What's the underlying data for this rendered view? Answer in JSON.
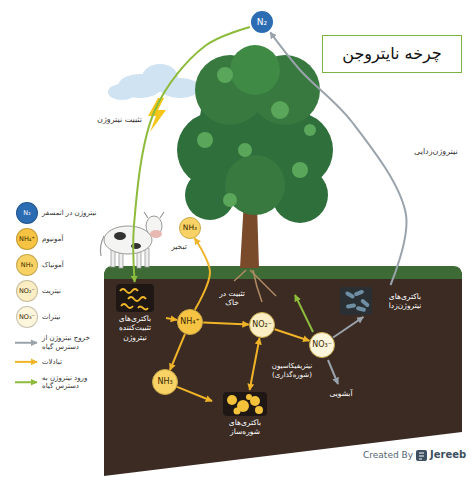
{
  "diagram": {
    "title": "چرخه نایتروجن",
    "nodes": [
      {
        "text": [
          "N₂"
        ]
      },
      {
        "text": [
          "NH₃",
          "تبخیر"
        ]
      },
      {
        "text": [
          "باکتری‌های تثبیت‌کننده نیتروژن"
        ]
      },
      {
        "text": [
          "NH₄⁺"
        ]
      },
      {
        "text": [
          "NO₂⁻"
        ]
      },
      {
        "text": [
          "NO₃⁻"
        ]
      },
      {
        "text": [
          "باکتری‌های نیتروژن‌زدا"
        ]
      },
      {
        "text": [
          "NH₃"
        ]
      },
      {
        "text": [
          "باکتری‌های شوره‌ساز"
        ]
      }
    ],
    "edges": [
      {
        "from": 0,
        "to": 2,
        "arrow": "to",
        "label": "تثبیت نیتروژن"
      },
      {
        "from": 6,
        "to": 0,
        "arrow": "to",
        "label": "نیتروژن‌زدایی"
      },
      {
        "from": 2,
        "to": 3,
        "arrow": "to"
      },
      {
        "from": 3,
        "to": 1,
        "arrow": "to"
      },
      {
        "from": 3,
        "to": 4,
        "arrow": "to"
      },
      {
        "from": 3,
        "to": 7,
        "arrow": "to"
      },
      {
        "from": 7,
        "to": 8,
        "arrow": "to"
      },
      {
        "from": 8,
        "to": 4,
        "arrow": "both"
      },
      {
        "from": 4,
        "to": 5,
        "arrow": "to"
      },
      {
        "from": 5,
        "to": 6,
        "arrow": "to"
      }
    ],
    "labels": [
      "N₂",
      "NH₄⁺",
      "NH₃",
      "NO₂⁻",
      "NO₃⁻",
      "تثبیت در خاک",
      "نیتریفیکاسیون (شوره‌گذاری)",
      "آبشویی",
      "Created By",
      "Jereeb"
    ],
    "legend": [
      {
        "text": "نیتروژن در اتمسفر",
        "color": "#2b6cb3"
      },
      {
        "text": "آمونیوم",
        "color": "#f6c343"
      },
      {
        "text": "آمونیاک",
        "color": "#f8d264"
      },
      {
        "text": "نیتریت",
        "color": "#fbeec4"
      },
      {
        "text": "نیترات",
        "color": "#fdf5dc"
      },
      {
        "text": "خروج نیتروژن از دسترس گیاه"
      },
      {
        "text": "تبادلات"
      },
      {
        "text": "ورود نیتروژن به دسترس گیاه"
      }
    ]
  }
}
